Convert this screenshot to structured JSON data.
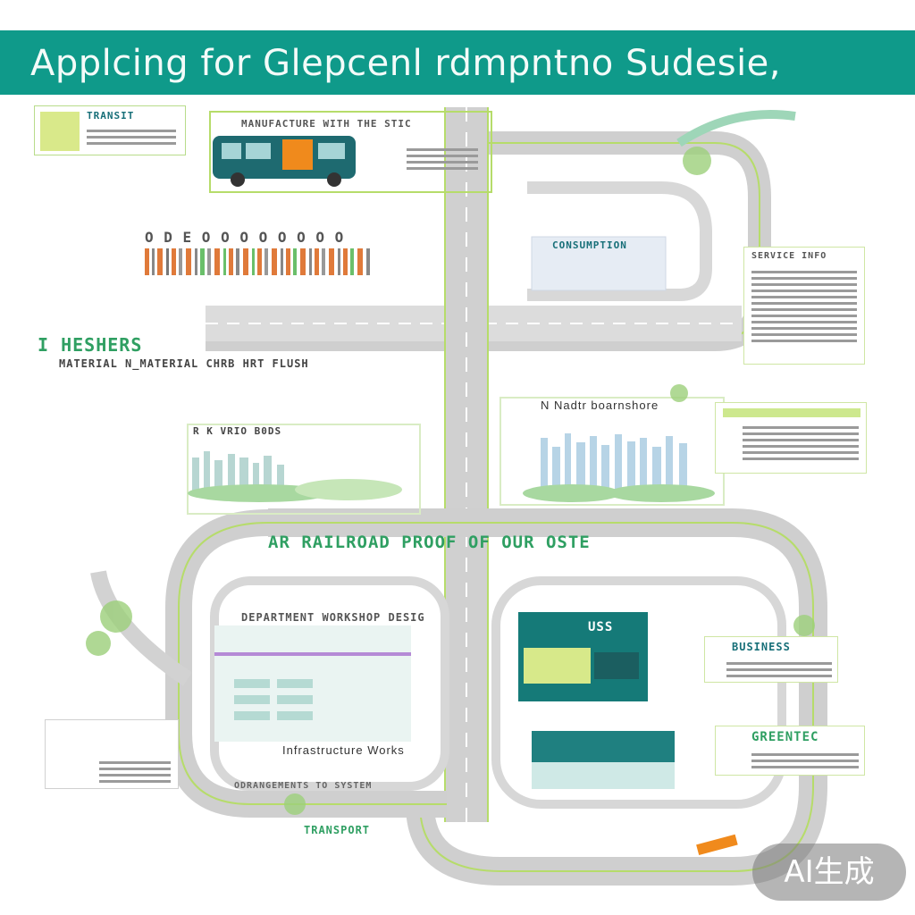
{
  "header": {
    "title": "Applcing for Glepcenl rdmpntno Sudesie,"
  },
  "labels": {
    "bus_panel": "MANUFACTURE WITH THE STIC",
    "barcode_heading": "O D E O O O O O O O O",
    "left_green_heading": "I HESHERS",
    "left_long_caption": "MATERIAL N_MATERIAL CHRB HRT FLUSH",
    "left_small_caption": "R K VRIO B0DS",
    "right_top_heading": "CONSUMPTION",
    "right_middle_caption": "N Nadtr boarnshore",
    "center_banner": "AR RAILROAD PROOF OF OUR OSTE",
    "lower_left_heading": "DEPARTMENT WORKSHOP DESIG",
    "lower_left_caption": "Infrastructure Works",
    "lower_right_sign": "USS",
    "lower_right_heading": "BUSINESS",
    "bottom_caption": "ODRANGEMENTS TO SYSTEM",
    "bottom_small": "TRANSPORT",
    "top_left_heading": "TRANSIT",
    "top_right_diag": "GREENTEC",
    "right_table_heading": "SERVICE INFO"
  },
  "colors": {
    "banner": "#0f9a8a",
    "road": "#c8c8c8",
    "lane_green": "#b6dc6a",
    "bus_body": "#1e6a70",
    "bus_accent": "#f08a1c",
    "teal_sign": "#157a78"
  },
  "watermark": "AI生成"
}
